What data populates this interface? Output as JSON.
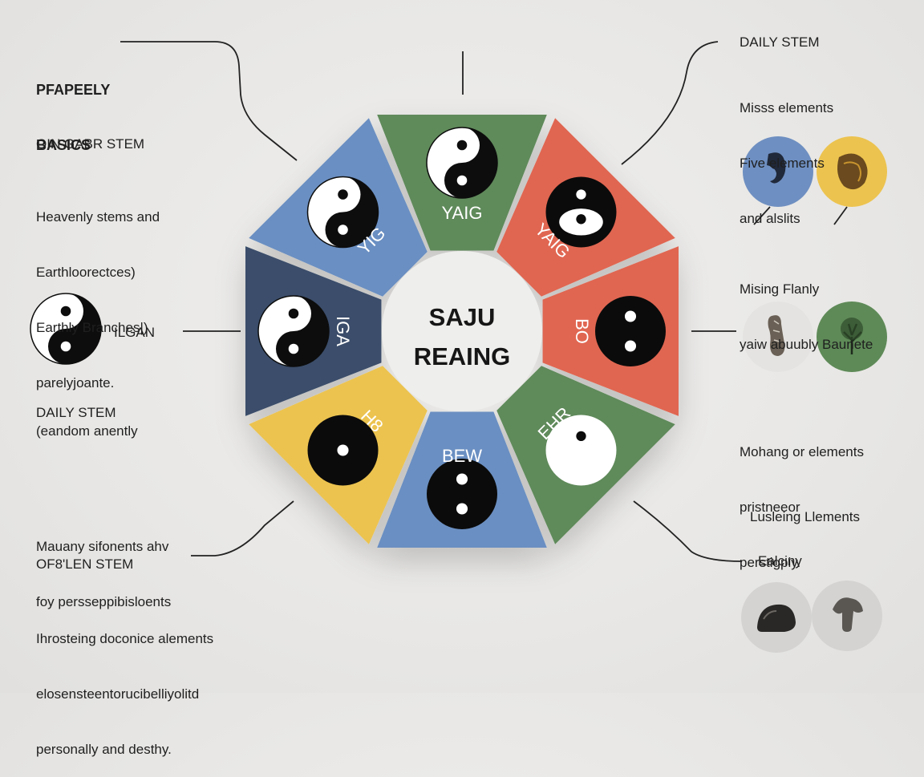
{
  "colors": {
    "background": "#e9e8e6",
    "blue": "#6b8fc2",
    "navy": "#3b4d6b",
    "green": "#5f8a5a",
    "red": "#e06651",
    "yellow": "#ecc34f",
    "center": "#eeeeec"
  },
  "center": {
    "line1": "SAJU",
    "line2": "REAING"
  },
  "segments": [
    {
      "id": "top-green",
      "color": "green",
      "label": "YAIG",
      "symbol": "yin-yang"
    },
    {
      "id": "top-right-red",
      "color": "red",
      "label": "YAIG",
      "symbol": "black-circle-white-eyes"
    },
    {
      "id": "right-red",
      "color": "red",
      "label": "BO",
      "symbol": "black-circle-white-dots"
    },
    {
      "id": "bottom-right-green",
      "color": "green",
      "label": "EHR",
      "symbol": "white-circle-black-dot"
    },
    {
      "id": "bottom-blue",
      "color": "blue",
      "label": "BEW",
      "symbol": "black-circle-white-dots"
    },
    {
      "id": "bottom-left-yellow",
      "color": "yellow",
      "label": "H8",
      "symbol": "black-circle-white-dot"
    },
    {
      "id": "left-navy",
      "color": "navy",
      "label": "IGA",
      "symbol": "yin-yang"
    },
    {
      "id": "top-left-blue",
      "color": "blue",
      "label": "YIG",
      "symbol": "yin-yang"
    }
  ],
  "left_panel": {
    "title": [
      "PFAPEELY",
      "BASICS"
    ],
    "section1_heading": "OIN GABR STEM",
    "section1_body": [
      "Heavenly stems and",
      "Earthloorectces)",
      "Earthly Branches|)",
      "parelyjoante."
    ],
    "yin_yang_label": "ILGAN",
    "section2_heading": "DAILY STEM",
    "section2_body": "(eandom anently",
    "section3_body": [
      "Mauany sifonents ahv",
      "foy persseppibisloents"
    ],
    "section4_heading": "OF8'LEN STEM",
    "section4_body": [
      "Ihrosteing doconice alements",
      "elosensteentorucibelliyolitd",
      "personally and desthy."
    ]
  },
  "right_panel": {
    "heading": "DAILY STEM",
    "body1": [
      "Misss elements",
      "Five elements",
      "and alslits"
    ],
    "body2": [
      "Mising Flanly",
      "yaiw abuubly Baunete"
    ],
    "body3": [
      "Mohang or elements",
      "pristneeor",
      "perstigpiy."
    ],
    "body4": "Lusleing Llements",
    "body5": "Ealciny",
    "swatch_icons": [
      "dolphin-icon",
      "fruit-icon",
      "root-icon",
      "tree-icon",
      "stone-icon",
      "mushroom-icon"
    ]
  }
}
